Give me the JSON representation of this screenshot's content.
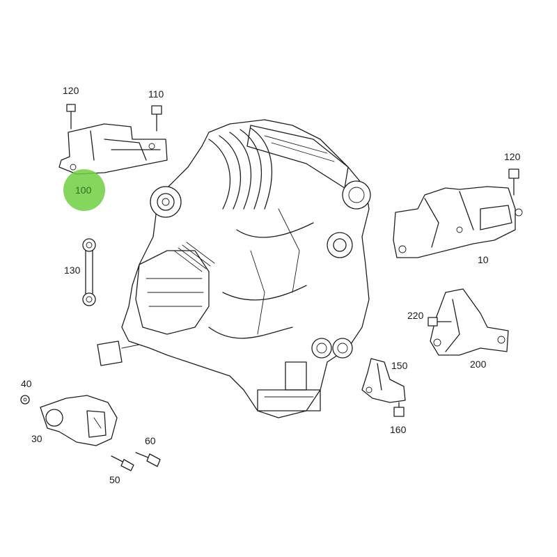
{
  "parts": {
    "p120a": "120",
    "p110": "110",
    "p100": "100",
    "p120b": "120",
    "p10": "10",
    "p130": "130",
    "p220": "220",
    "p200": "200",
    "p150": "150",
    "p160": "160",
    "p40": "40",
    "p30": "30",
    "p60": "60",
    "p50": "50"
  },
  "highlight": {
    "part": "100",
    "color": "#6fcf3f"
  }
}
